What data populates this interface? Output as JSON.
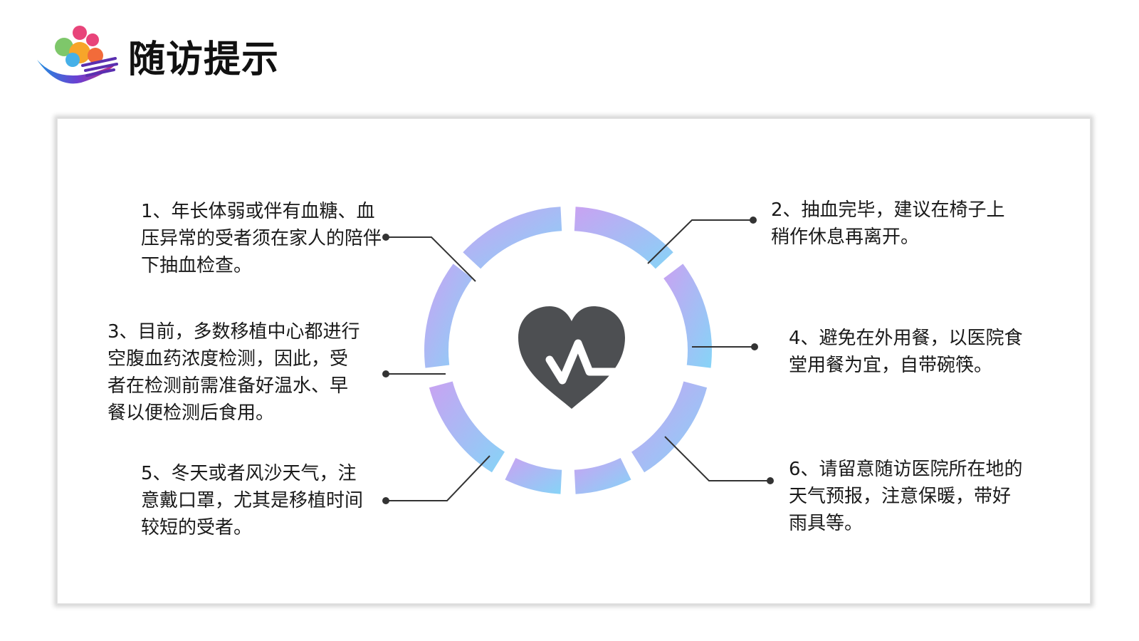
{
  "header": {
    "title": "随访提示"
  },
  "tips": [
    {
      "text": "1、年长体弱或伴有血糖、血压异常的受者须在家人的陪伴下抽血检查。"
    },
    {
      "text": "2、抽血完毕，建议在椅子上稍作休息再离开。"
    },
    {
      "text": "3、目前，多数移植中心都进行空腹血药浓度检测，因此，受者在检测前需准备好温水、早餐以便检测后食用。"
    },
    {
      "text": "4、避免在外用餐，以医院食堂用餐为宜，自带碗筷。"
    },
    {
      "text": "5、冬天或者风沙天气，注意戴口罩，尤其是移植时间较短的受者。"
    },
    {
      "text": "6、请留意随访医院所在地的天气预报，注意保暖，带好雨具等。"
    }
  ],
  "icons": {
    "logo": "colorful-hands-logo-icon",
    "center": "heart-pulse-icon"
  },
  "colors": {
    "ring_purple": "#c9a2f2",
    "ring_blue": "#86d4f7",
    "heart": "#4d4f52",
    "connector": "#333333"
  }
}
